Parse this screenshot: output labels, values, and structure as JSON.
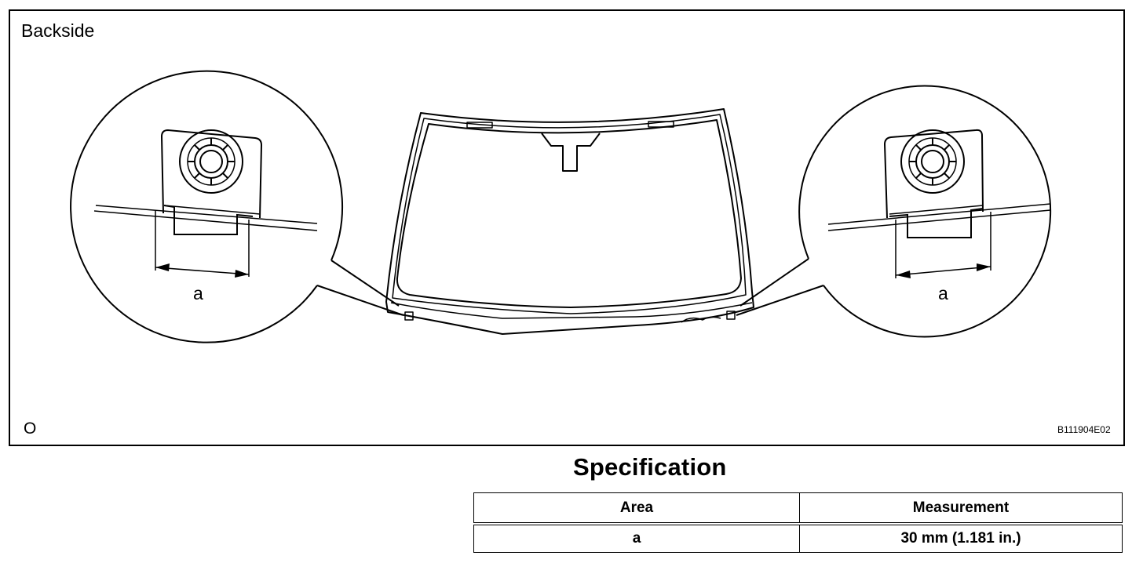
{
  "figure": {
    "heading": "Backside",
    "corner_mark": "O",
    "figure_code": "B111904E02",
    "dimension_label_left": "a",
    "dimension_label_right": "a"
  },
  "specification": {
    "title": "Specification",
    "headers": [
      "Area",
      "Measurement"
    ],
    "rows": [
      [
        "a",
        "30 mm (1.181 in.)"
      ]
    ]
  }
}
